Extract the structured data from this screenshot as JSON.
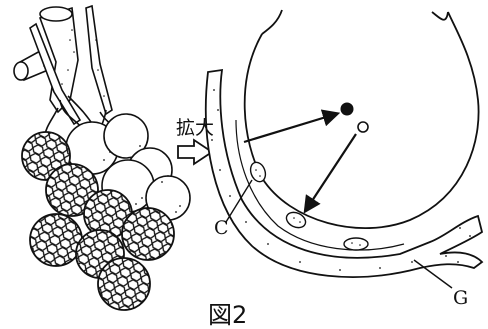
{
  "figure": {
    "arrow_label": "拡大",
    "label_c": "C",
    "label_g": "G",
    "caption": "図2"
  },
  "colors": {
    "ink": "#111111",
    "background": "#ffffff",
    "mesh_fill": "#ffffff"
  },
  "icons": {
    "enlarge_arrow": "hollow-right-arrow-icon",
    "filled_particle": "black-dot-icon",
    "hollow_particle": "white-dot-icon"
  }
}
